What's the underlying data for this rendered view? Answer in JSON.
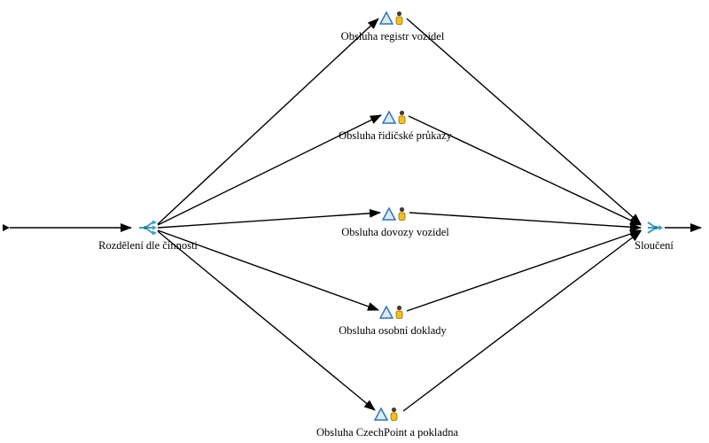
{
  "diagram": {
    "nodes": {
      "start": {
        "label": ""
      },
      "split": {
        "label": "Rozdělení dle činnosti",
        "icon": "split-arrows-icon"
      },
      "activities": [
        {
          "label": "Obsluha registr vozidel",
          "icon": "activity-icon"
        },
        {
          "label": "Obsluha řidičské průkazy",
          "icon": "activity-icon"
        },
        {
          "label": "Obsluha dovozy vozidel",
          "icon": "activity-icon"
        },
        {
          "label": "Obsluha osobní doklady",
          "icon": "activity-icon"
        },
        {
          "label": "Obsluha CzechPoint a pokladna",
          "icon": "activity-icon"
        }
      ],
      "merge": {
        "label": "Sloučení",
        "icon": "merge-arrows-icon"
      },
      "end": {
        "label": ""
      }
    },
    "edges": {
      "count": 12,
      "description": "start→split, split→each of 5 activities, each activity→merge, merge→end"
    },
    "colors": {
      "edge": "#000000",
      "activity_triangle_stroke": "#2e75b6",
      "activity_triangle_fill": "#dce9f7",
      "person_body": "#f2c01d",
      "gateway_icon": "#3e9ec0"
    }
  }
}
